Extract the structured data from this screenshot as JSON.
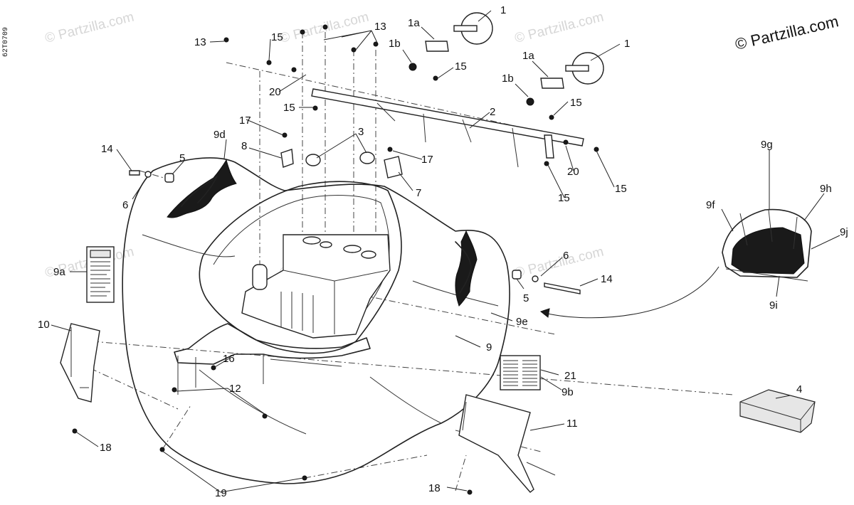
{
  "document_id": "62T0709",
  "copyright": "© Partzilla.com",
  "watermark": "© Partzilla.com",
  "callouts": [
    {
      "id": "c1a",
      "label": "1"
    },
    {
      "id": "c1b",
      "label": "1"
    },
    {
      "id": "c1a_a",
      "label": "1a"
    },
    {
      "id": "c1a_b",
      "label": "1a"
    },
    {
      "id": "c1b_a",
      "label": "1b"
    },
    {
      "id": "c1b_b",
      "label": "1b"
    },
    {
      "id": "c2",
      "label": "2"
    },
    {
      "id": "c3",
      "label": "3"
    },
    {
      "id": "c4",
      "label": "4"
    },
    {
      "id": "c5a",
      "label": "5"
    },
    {
      "id": "c5b",
      "label": "5"
    },
    {
      "id": "c6a",
      "label": "6"
    },
    {
      "id": "c6b",
      "label": "6"
    },
    {
      "id": "c7",
      "label": "7"
    },
    {
      "id": "c8",
      "label": "8"
    },
    {
      "id": "c9",
      "label": "9"
    },
    {
      "id": "c9a",
      "label": "9a"
    },
    {
      "id": "c9b",
      "label": "9b"
    },
    {
      "id": "c9d",
      "label": "9d"
    },
    {
      "id": "c9e",
      "label": "9e"
    },
    {
      "id": "c9f",
      "label": "9f"
    },
    {
      "id": "c9g",
      "label": "9g"
    },
    {
      "id": "c9h",
      "label": "9h"
    },
    {
      "id": "c9i",
      "label": "9i"
    },
    {
      "id": "c9j",
      "label": "9j"
    },
    {
      "id": "c10",
      "label": "10"
    },
    {
      "id": "c11",
      "label": "11"
    },
    {
      "id": "c12",
      "label": "12"
    },
    {
      "id": "c13a",
      "label": "13"
    },
    {
      "id": "c13b",
      "label": "13"
    },
    {
      "id": "c14a",
      "label": "14"
    },
    {
      "id": "c14b",
      "label": "14"
    },
    {
      "id": "c15a",
      "label": "15"
    },
    {
      "id": "c15b",
      "label": "15"
    },
    {
      "id": "c15c",
      "label": "15"
    },
    {
      "id": "c15d",
      "label": "15"
    },
    {
      "id": "c15e",
      "label": "15"
    },
    {
      "id": "c15f",
      "label": "15"
    },
    {
      "id": "c16",
      "label": "16"
    },
    {
      "id": "c17a",
      "label": "17"
    },
    {
      "id": "c17b",
      "label": "17"
    },
    {
      "id": "c18a",
      "label": "18"
    },
    {
      "id": "c18b",
      "label": "18"
    },
    {
      "id": "c19",
      "label": "19"
    },
    {
      "id": "c20a",
      "label": "20"
    },
    {
      "id": "c20b",
      "label": "20"
    },
    {
      "id": "c21",
      "label": "21"
    }
  ]
}
